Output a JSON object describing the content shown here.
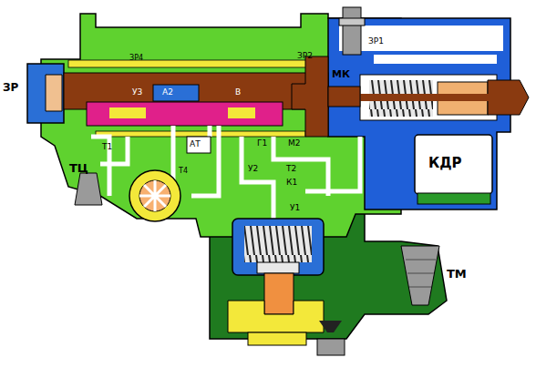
{
  "diagram": {
    "labels": [
      "ЗР",
      "ЗР4",
      "ЗР2",
      "ЗР1",
      "МК",
      "У3",
      "А2",
      "В",
      "АТ",
      "Т1",
      "Г1",
      "М2",
      "ТЦ",
      "Т4",
      "У2",
      "Т2",
      "К1",
      "У1",
      "КДР",
      "ТМ"
    ]
  }
}
